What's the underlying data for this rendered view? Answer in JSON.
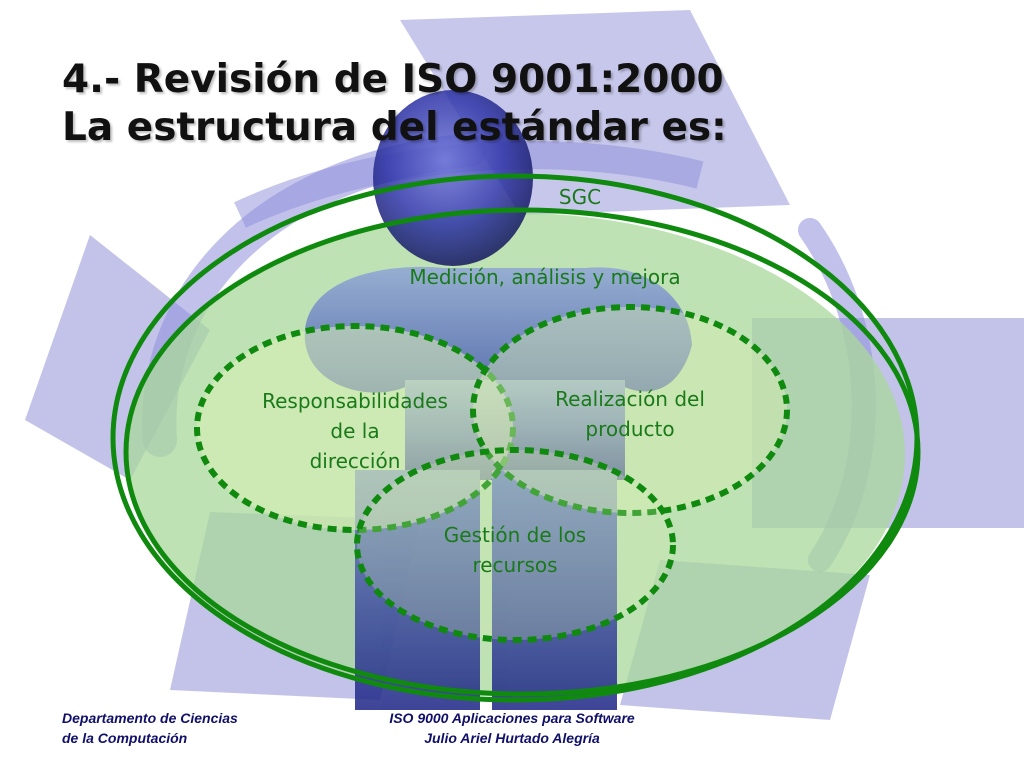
{
  "title": {
    "line1": "4.- Revisión de ISO 9001:2000",
    "line2": "La estructura del estándar es:"
  },
  "diagram": {
    "outer": "SGC",
    "inner": "Medición, análisis y mejora",
    "circle_left": [
      "Responsabilidades",
      "de la",
      "dirección"
    ],
    "circle_right": [
      "Realización del",
      "producto"
    ],
    "circle_bottom": [
      "Gestión de los",
      "recursos"
    ]
  },
  "footer": {
    "left": [
      "Departamento de Ciencias",
      "de la Computación"
    ],
    "center": [
      "ISO 9000 Aplicaciones para Software",
      "Julio Ariel Hurtado Alegría"
    ]
  },
  "colors": {
    "green_line": "#0f8a0f",
    "green_fill": "#a8d89a",
    "lavender": "#b4b4e4",
    "figure_blue": "#2b2f9a",
    "title": "#111111",
    "label": "#1a7a1a",
    "footer": "#10106a"
  }
}
